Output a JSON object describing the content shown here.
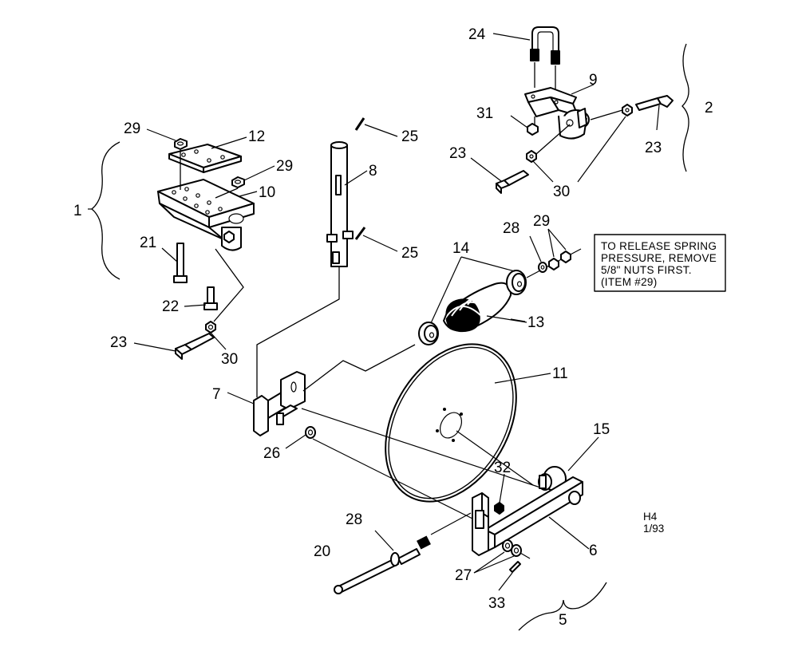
{
  "callouts": {
    "c1": "1",
    "c2": "2",
    "c5": "5",
    "c6": "6",
    "c7": "7",
    "c8": "8",
    "c9": "9",
    "c10": "10",
    "c11": "11",
    "c12": "12",
    "c13": "13",
    "c14": "14",
    "c15": "15",
    "c20": "20",
    "c21": "21",
    "c22": "22",
    "c23a": "23",
    "c23b": "23",
    "c23c": "23",
    "c24": "24",
    "c25a": "25",
    "c25b": "25",
    "c26": "26",
    "c27": "27",
    "c28a": "28",
    "c28b": "28",
    "c29a": "29",
    "c29b": "29",
    "c29c": "29",
    "c30a": "30",
    "c30b": "30",
    "c31": "31",
    "c32": "32",
    "c33": "33"
  },
  "note": {
    "lines": [
      "TO RELEASE SPRING",
      "PRESSURE, REMOVE",
      "5/8\" NUTS FIRST.",
      "(ITEM #29)"
    ]
  },
  "drawing_code": {
    "line1": "H4",
    "line2": "1/93"
  }
}
